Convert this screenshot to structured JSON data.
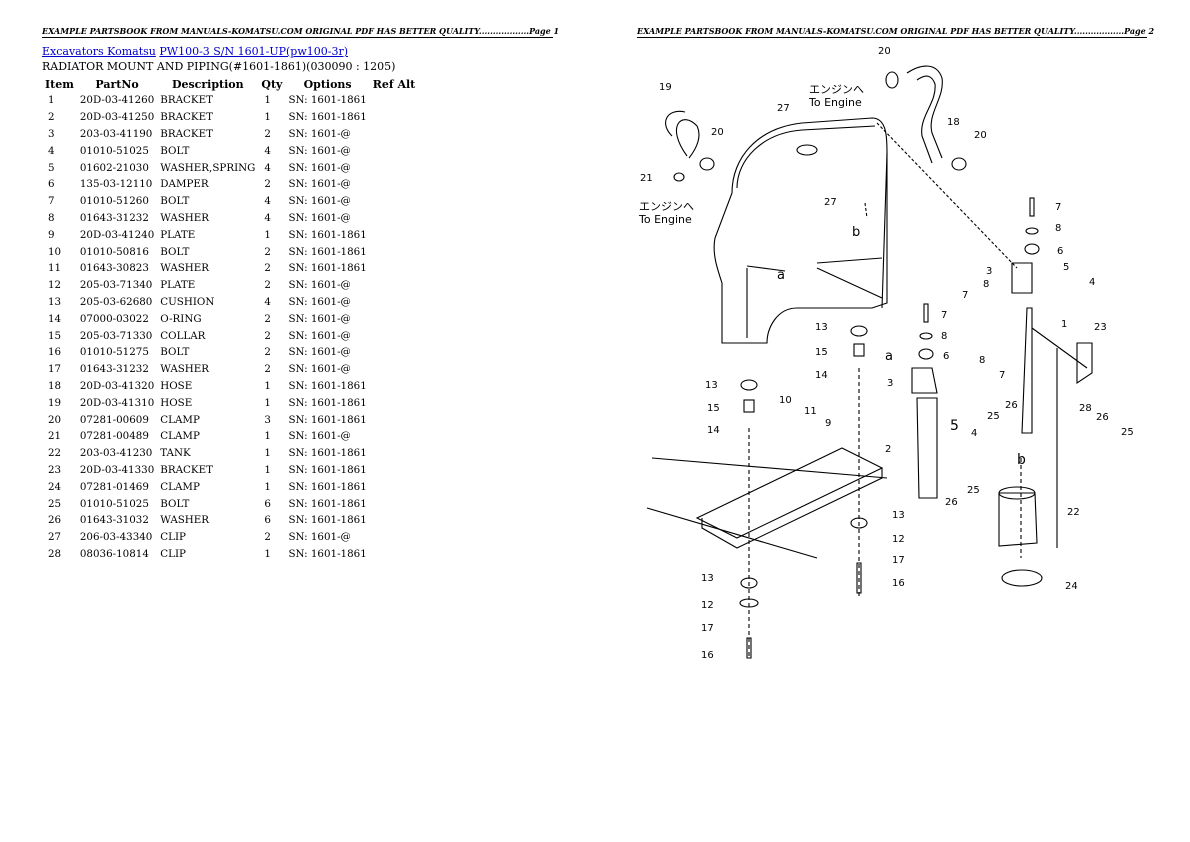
{
  "header": {
    "page1": "EXAMPLE PARTSBOOK FROM MANUALS-KOMATSU.COM ORIGINAL PDF HAS BETTER QUALITY..................Page 1",
    "page2": "EXAMPLE PARTSBOOK FROM MANUALS-KOMATSU.COM ORIGINAL PDF HAS BETTER QUALITY..................Page 2"
  },
  "breadcrumb": {
    "link1": "Excavators Komatsu",
    "link2": "PW100-3 S/N 1601-UP(pw100-3r)"
  },
  "title": "RADIATOR MOUNT AND PIPING(#1601-1861)(030090 : 1205)",
  "table": {
    "columns": [
      "Item",
      "PartNo",
      "Description",
      "Qty",
      "Options",
      "Ref Alt"
    ],
    "rows": [
      [
        "1",
        "20D-03-41260",
        "BRACKET",
        "1",
        "SN: 1601-1861"
      ],
      [
        "2",
        "20D-03-41250",
        "BRACKET",
        "1",
        "SN: 1601-1861"
      ],
      [
        "3",
        "203-03-41190",
        "BRACKET",
        "2",
        "SN: 1601-@"
      ],
      [
        "4",
        "01010-51025",
        "BOLT",
        "4",
        "SN: 1601-@"
      ],
      [
        "5",
        "01602-21030",
        "WASHER,SPRING",
        "4",
        "SN: 1601-@"
      ],
      [
        "6",
        "135-03-12110",
        "DAMPER",
        "2",
        "SN: 1601-@"
      ],
      [
        "7",
        "01010-51260",
        "BOLT",
        "4",
        "SN: 1601-@"
      ],
      [
        "8",
        "01643-31232",
        "WASHER",
        "4",
        "SN: 1601-@"
      ],
      [
        "9",
        "20D-03-41240",
        "PLATE",
        "1",
        "SN: 1601-1861"
      ],
      [
        "10",
        "01010-50816",
        "BOLT",
        "2",
        "SN: 1601-1861"
      ],
      [
        "11",
        "01643-30823",
        "WASHER",
        "2",
        "SN: 1601-1861"
      ],
      [
        "12",
        "205-03-71340",
        "PLATE",
        "2",
        "SN: 1601-@"
      ],
      [
        "13",
        "205-03-62680",
        "CUSHION",
        "4",
        "SN: 1601-@"
      ],
      [
        "14",
        "07000-03022",
        "O-RING",
        "2",
        "SN: 1601-@"
      ],
      [
        "15",
        "205-03-71330",
        "COLLAR",
        "2",
        "SN: 1601-@"
      ],
      [
        "16",
        "01010-51275",
        "BOLT",
        "2",
        "SN: 1601-@"
      ],
      [
        "17",
        "01643-31232",
        "WASHER",
        "2",
        "SN: 1601-@"
      ],
      [
        "18",
        "20D-03-41320",
        "HOSE",
        "1",
        "SN: 1601-1861"
      ],
      [
        "19",
        "20D-03-41310",
        "HOSE",
        "1",
        "SN: 1601-1861"
      ],
      [
        "20",
        "07281-00609",
        "CLAMP",
        "3",
        "SN: 1601-1861"
      ],
      [
        "21",
        "07281-00489",
        "CLAMP",
        "1",
        "SN: 1601-@"
      ],
      [
        "22",
        "203-03-41230",
        "TANK",
        "1",
        "SN: 1601-1861"
      ],
      [
        "23",
        "20D-03-41330",
        "BRACKET",
        "1",
        "SN: 1601-1861"
      ],
      [
        "24",
        "07281-01469",
        "CLAMP",
        "1",
        "SN: 1601-1861"
      ],
      [
        "25",
        "01010-51025",
        "BOLT",
        "6",
        "SN: 1601-1861"
      ],
      [
        "26",
        "01643-31032",
        "WASHER",
        "6",
        "SN: 1601-1861"
      ],
      [
        "27",
        "206-03-43340",
        "CLIP",
        "2",
        "SN: 1601-@"
      ],
      [
        "28",
        "08036-10814",
        "CLIP",
        "1",
        "SN: 1601-1861"
      ]
    ]
  },
  "diagram": {
    "to_engine_jp": "エンジンへ",
    "to_engine_en": "To Engine",
    "callouts": [
      "20",
      "19",
      "27",
      "20",
      "18",
      "20",
      "21",
      "27",
      "7",
      "8",
      "6",
      "3",
      "5",
      "4",
      "7",
      "8",
      "1",
      "23",
      "13",
      "7",
      "8",
      "6",
      "15",
      "14",
      "a",
      "3",
      "8",
      "7",
      "13",
      "15",
      "14",
      "10",
      "11",
      "9",
      "2",
      "5",
      "4",
      "25",
      "26",
      "28",
      "26",
      "25",
      "26",
      "25",
      "b",
      "22",
      "13",
      "12",
      "17",
      "16",
      "13",
      "12",
      "17",
      "16",
      "24",
      "a",
      "b"
    ]
  }
}
